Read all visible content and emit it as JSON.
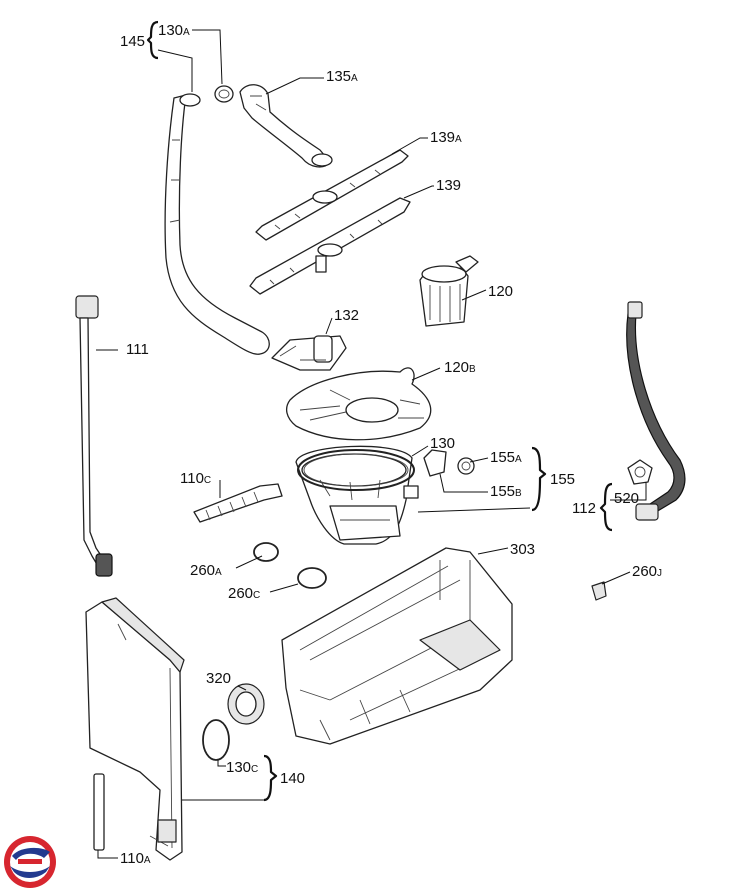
{
  "callouts": {
    "p145": {
      "num": "145",
      "suffix": ""
    },
    "p130a": {
      "num": "130",
      "suffix": "A"
    },
    "p135a": {
      "num": "135",
      "suffix": "A"
    },
    "p139a": {
      "num": "139",
      "suffix": "A"
    },
    "p139": {
      "num": "139",
      "suffix": ""
    },
    "p120": {
      "num": "120",
      "suffix": ""
    },
    "p111": {
      "num": "111",
      "suffix": ""
    },
    "p132": {
      "num": "132",
      "suffix": ""
    },
    "p120b": {
      "num": "120",
      "suffix": "B"
    },
    "p130": {
      "num": "130",
      "suffix": ""
    },
    "p155a": {
      "num": "155",
      "suffix": "A"
    },
    "p155b": {
      "num": "155",
      "suffix": "B"
    },
    "p155": {
      "num": "155",
      "suffix": ""
    },
    "p110c": {
      "num": "110",
      "suffix": "C"
    },
    "p520": {
      "num": "520",
      "suffix": ""
    },
    "p112": {
      "num": "112",
      "suffix": ""
    },
    "p303": {
      "num": "303",
      "suffix": ""
    },
    "p260a": {
      "num": "260",
      "suffix": "A"
    },
    "p260j": {
      "num": "260",
      "suffix": "J"
    },
    "p260c": {
      "num": "260",
      "suffix": "C"
    },
    "p320": {
      "num": "320",
      "suffix": ""
    },
    "p130c": {
      "num": "130",
      "suffix": "C"
    },
    "p140": {
      "num": "140",
      "suffix": ""
    },
    "p110a": {
      "num": "110",
      "suffix": "A"
    }
  },
  "colors": {
    "logo_red": "#d7262f",
    "logo_blue": "#233a8f"
  }
}
